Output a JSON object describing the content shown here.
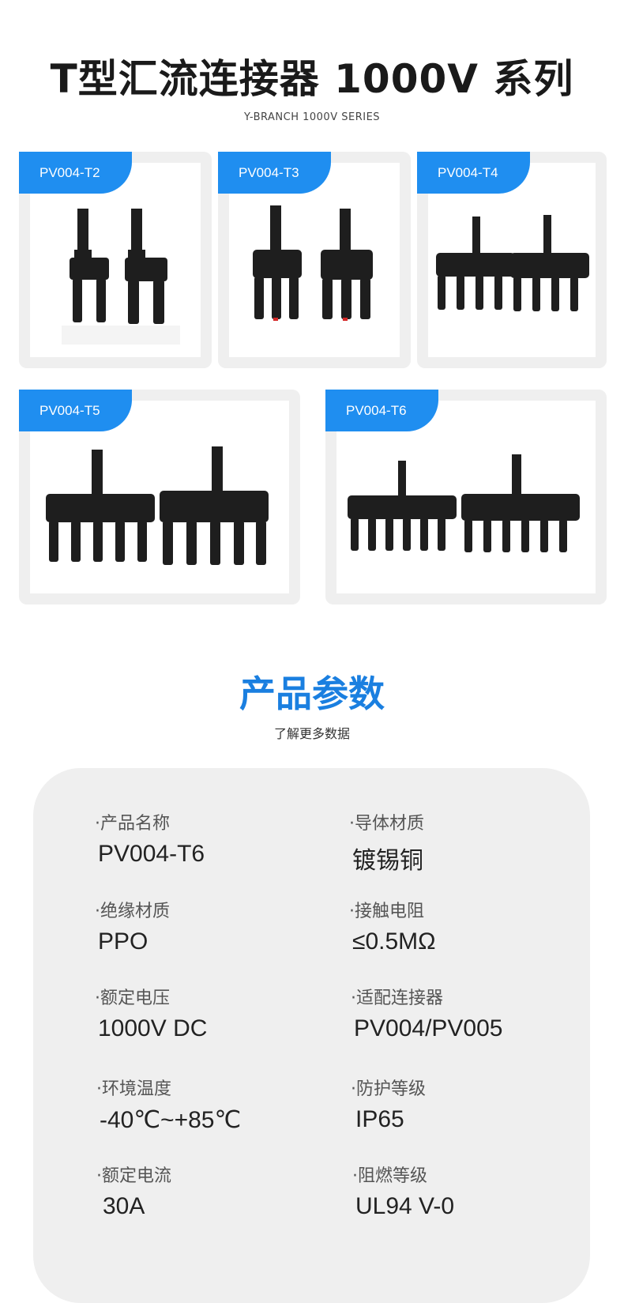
{
  "header": {
    "title": "T型汇流连接器 1000V 系列",
    "subtitle": "Y-BRANCH 1000V SERIES"
  },
  "products": [
    {
      "model": "PV004-T2"
    },
    {
      "model": "PV004-T3"
    },
    {
      "model": "PV004-T4"
    },
    {
      "model": "PV004-T5"
    },
    {
      "model": "PV004-T6"
    }
  ],
  "params_section": {
    "title": "产品参数",
    "subtitle": "了解更多数据"
  },
  "params": [
    {
      "label": "·产品名称",
      "value": "PV004-T6"
    },
    {
      "label": "·导体材质",
      "value": "镀锡铜"
    },
    {
      "label": "·绝缘材质",
      "value": "PPO"
    },
    {
      "label": "·接触电阻",
      "value": "≤0.5MΩ"
    },
    {
      "label": "·额定电压",
      "value": "1000V DC"
    },
    {
      "label": "·适配连接器",
      "value": "PV004/PV005"
    },
    {
      "label": "·环境温度",
      "value": "-40℃~+85℃"
    },
    {
      "label": "·防护等级",
      "value": "IP65"
    },
    {
      "label": "·额定电流",
      "value": "30A"
    },
    {
      "label": "·阻燃等级",
      "value": "UL94 V-0"
    }
  ],
  "colors": {
    "accent": "#1f8ef0",
    "title_blue": "#1a7fe0",
    "panel": "#efefef"
  }
}
